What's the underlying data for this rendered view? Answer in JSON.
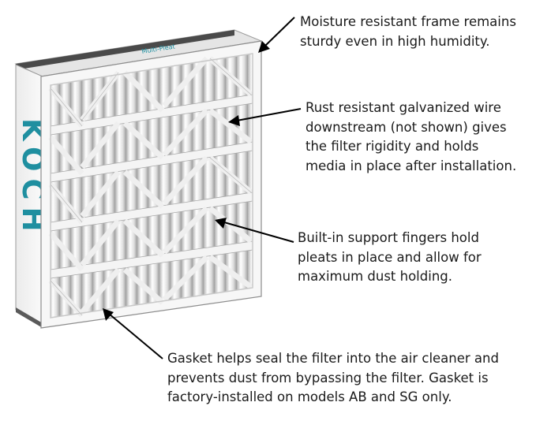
{
  "brand": {
    "side_logo": "KOCH",
    "top_label": "Multi-Pleat"
  },
  "callouts": {
    "frame": {
      "lines": [
        "Moisture resistant frame remains",
        "sturdy even in high humidity."
      ]
    },
    "wire": {
      "lines": [
        "Rust resistant galvanized wire",
        "downstream (not shown) gives",
        "the filter rigidity and holds",
        "media in place after installation."
      ]
    },
    "fingers": {
      "lines": [
        "Built-in support fingers hold",
        "pleats in place and allow for",
        "maximum dust holding."
      ]
    },
    "gasket": {
      "lines": [
        "Gasket helps seal the filter into the air cleaner and",
        "prevents dust from bypassing the filter. Gasket is",
        "factory-installed on models AB and SG only."
      ]
    }
  },
  "colors": {
    "frame": "#f7f7f7",
    "pleat_light": "#ffffff",
    "pleat_shadow": "#b9b9b9",
    "gasket": "#4a4a4a",
    "brand_teal": "#1f8fa0",
    "text": "#1a1a1a"
  }
}
